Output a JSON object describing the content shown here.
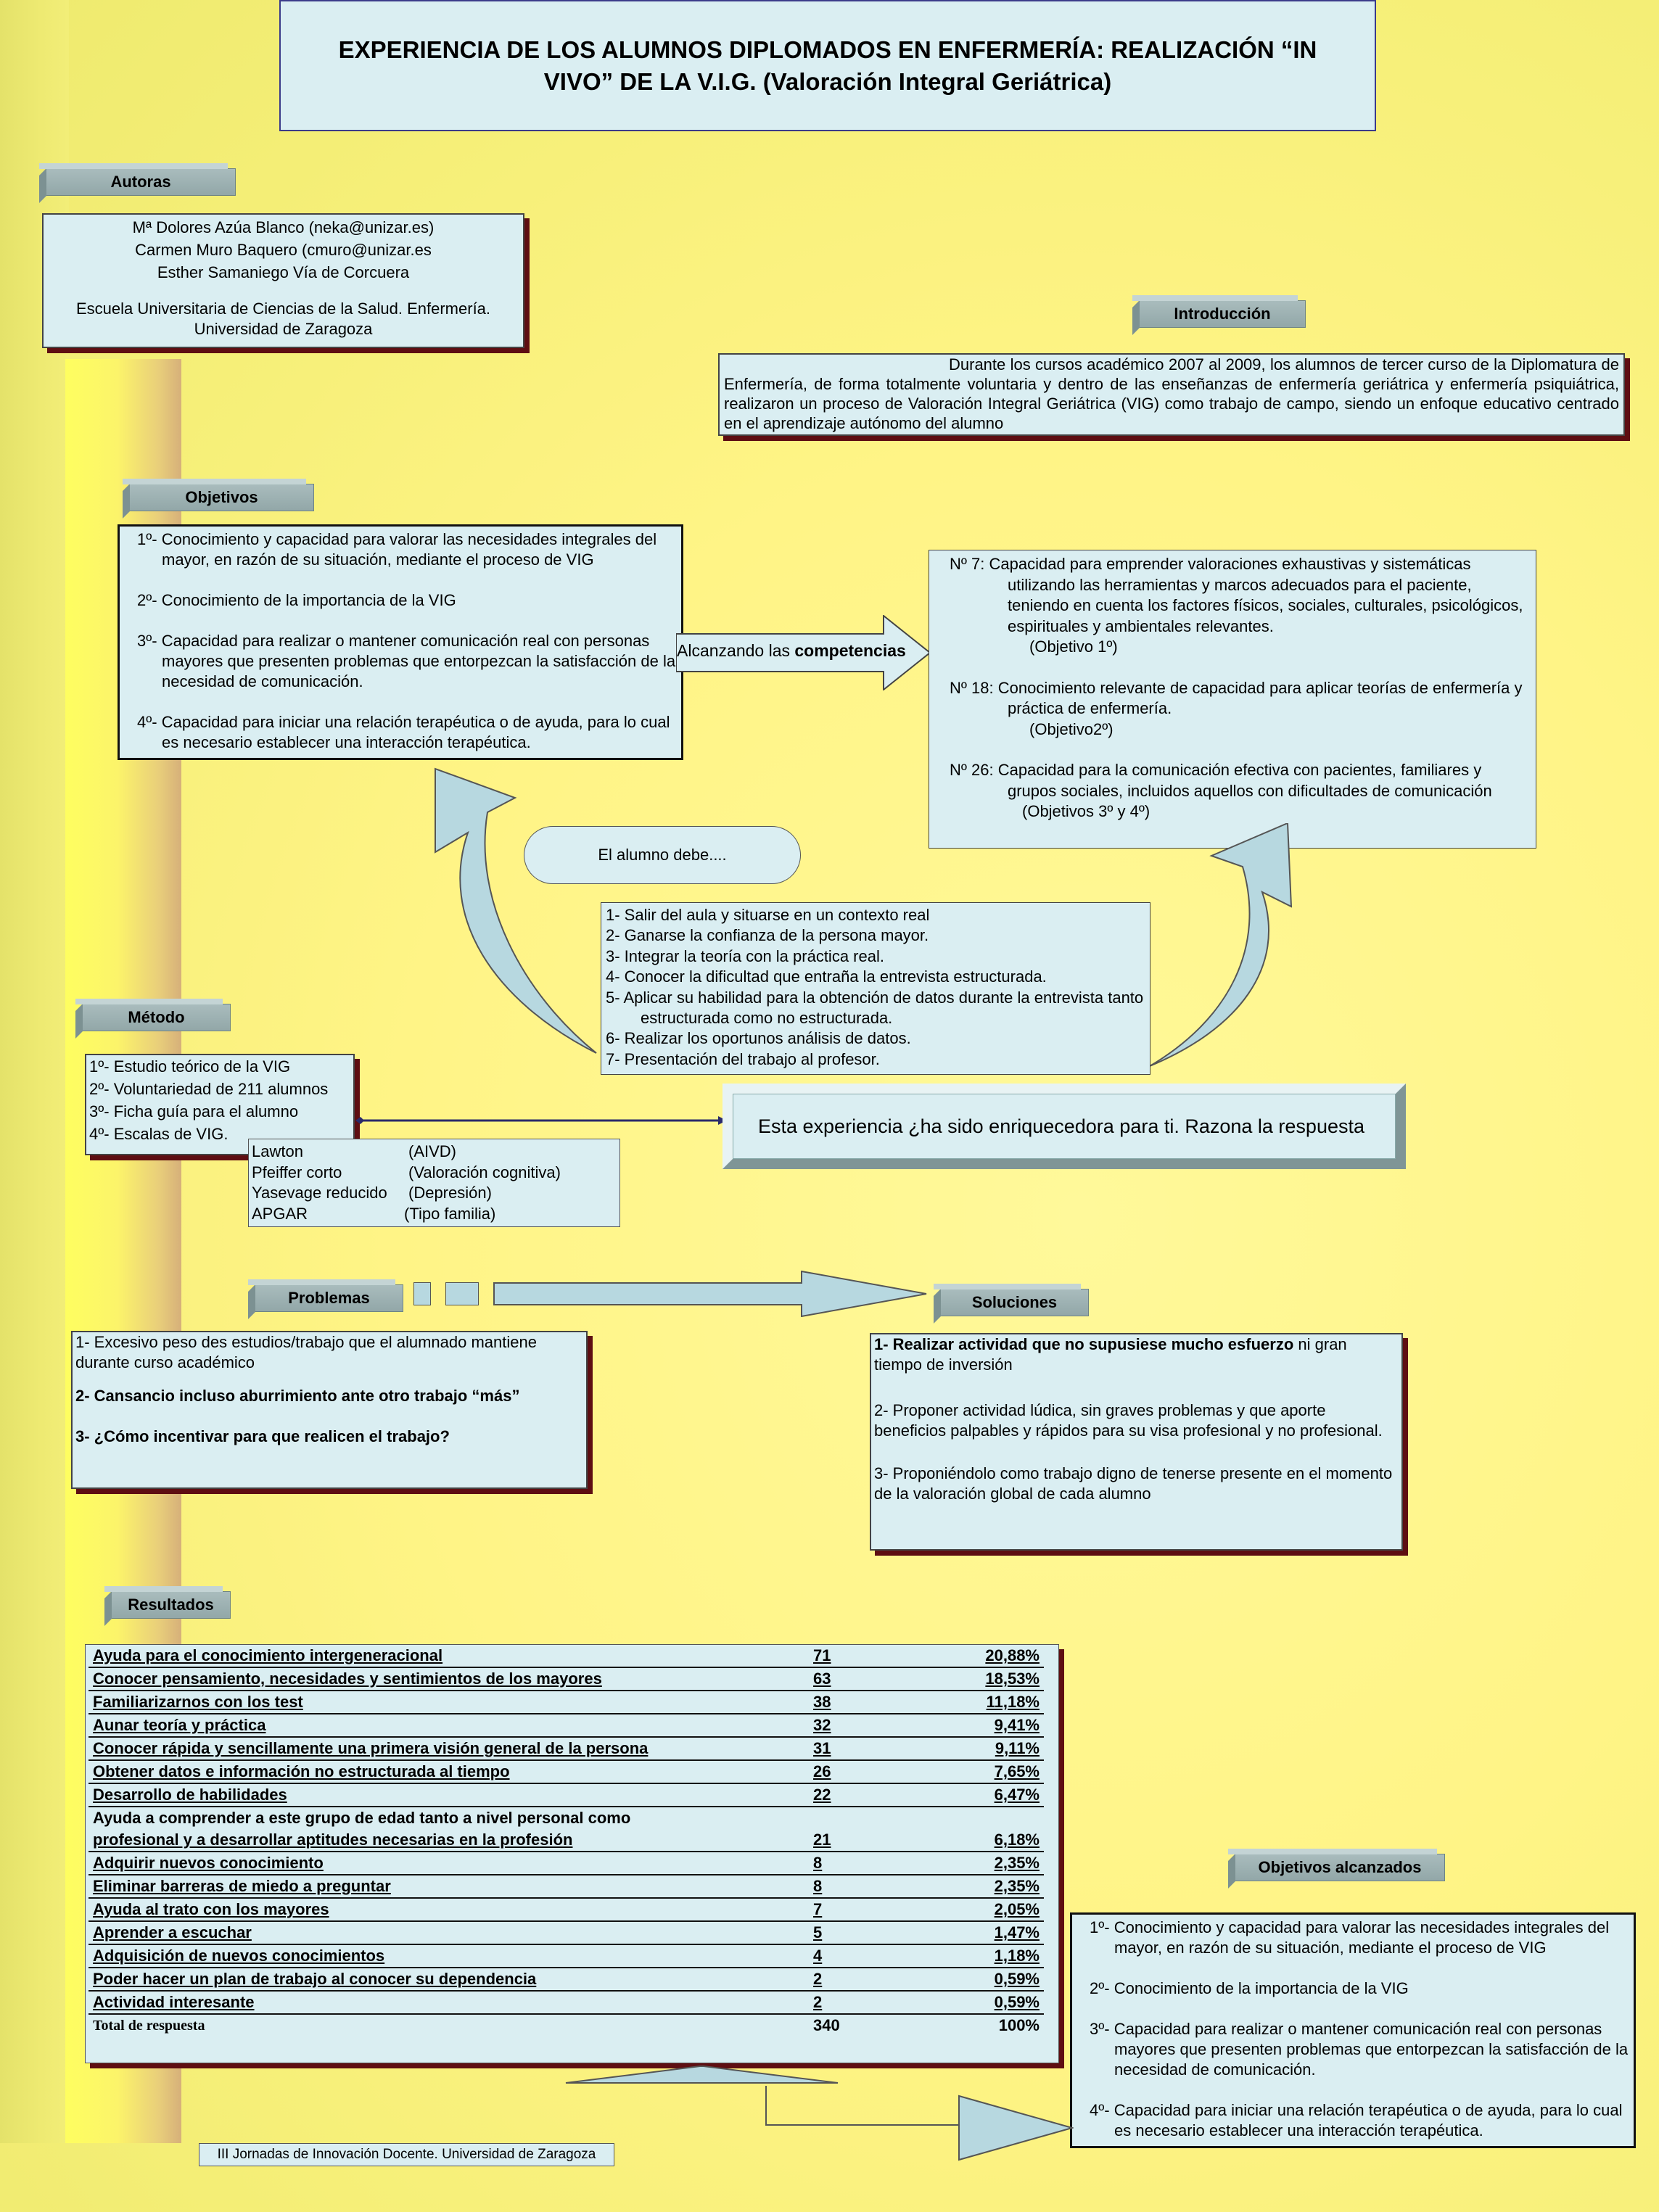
{
  "title": "EXPERIENCIA DE LOS ALUMNOS DIPLOMADOS EN ENFERMERÍA: REALIZACIÓN “IN VIVO” DE LA V.I.G. (Valoración Integral Geriátrica)",
  "labels": {
    "autoras": "Autoras",
    "introduccion": "Introducción",
    "objetivos": "Objetivos",
    "metodo": "Método",
    "problemas": "Problemas",
    "soluciones": "Soluciones",
    "resultados": "Resultados",
    "objetivos_alcanzados": "Objetivos alcanzados"
  },
  "authors": {
    "names": [
      "Mª Dolores Azúa Blanco (neka@unizar.es)",
      "Carmen Muro Baquero (cmuro@unizar.es",
      "Esther Samaniego Vía de Corcuera"
    ],
    "institution": [
      "Escuela Universitaria de Ciencias de la Salud. Enfermería.",
      "Universidad de Zaragoza"
    ]
  },
  "intro": "Durante los cursos académico 2007 al 2009, los alumnos de tercer curso de la Diplomatura de Enfermería, de forma totalmente voluntaria y dentro de las enseñanzas de enfermería geriátrica y enfermería psiquiátrica, realizaron un proceso de Valoración Integral Geriátrica (VIG) como trabajo de campo, siendo un enfoque educativo centrado en el aprendizaje autónomo del alumno",
  "objectives": [
    "1º- Conocimiento y capacidad para valorar las necesidades integrales del mayor, en razón de su situación, mediante el proceso de VIG",
    "2º- Conocimiento de la importancia de la VIG",
    "3º- Capacidad para realizar o mantener comunicación real con personas mayores que presenten problemas que entorpezcan la satisfacción de la necesidad de comunicación.",
    "4º- Capacidad para iniciar una relación terapéutica o de ayuda, para lo cual es necesario establecer una interacción terapéutica."
  ],
  "arrow_competencias": {
    "prefix": "Alcanzando las ",
    "bold": "competencias"
  },
  "competencias": [
    {
      "head": "Nº   7: Capacidad para emprender valoraciones exhaustivas y sistemáticas utilizando las herramientas y marcos adecuados para el paciente, teniendo en cuenta los factores físicos, sociales, culturales, psicológicos, espirituales y ambientales relevantes.",
      "ref": "(Objetivo 1º)"
    },
    {
      "head": "Nº 18: Conocimiento relevante de capacidad para aplicar teorías de enfermería y práctica de enfermería.",
      "ref": "(Objetivo2º)"
    },
    {
      "head": "Nº 26: Capacidad para la comunicación efectiva con pacientes, familiares y grupos sociales, incluidos aquellos con dificultades de comunicación",
      "ref": "(Objetivos 3º y 4º)"
    }
  ],
  "alumno_debe": "El alumno debe....",
  "steps": [
    "1- Salir del aula y situarse en un contexto real",
    "2- Ganarse la confianza de la persona mayor.",
    "3- Integrar la teoría con la práctica real.",
    "4- Conocer la dificultad que entraña la entrevista estructurada.",
    "5- Aplicar su habilidad para la obtención de datos durante la entrevista tanto estructurada como no estructurada.",
    "6- Realizar los oportunos análisis de datos.",
    "7- Presentación del trabajo al profesor."
  ],
  "method": [
    "1º- Estudio teórico de la VIG",
    "2º- Voluntariedad de 211 alumnos",
    "3º- Ficha guía para el alumno",
    "4º- Escalas de VIG."
  ],
  "scales": [
    {
      "name": "Lawton",
      "desc": "(AIVD)"
    },
    {
      "name": "Pfeiffer corto",
      "desc": "(Valoración cognitiva)"
    },
    {
      "name": "Yasevage reducido",
      "desc": "(Depresión)"
    },
    {
      "name": "APGAR",
      "desc": "(Tipo familia)"
    }
  ],
  "question": "Esta experiencia ¿ha sido enriquecedora para ti. Razona la respuesta",
  "problems": [
    {
      "text": "1- Excesivo peso des estudios/trabajo que el alumnado mantiene durante curso académico",
      "bold": false
    },
    {
      "text": "2- Cansancio incluso aburrimiento ante otro trabajo “más”",
      "bold": true
    },
    {
      "text": "3- ¿Cómo incentivar para que realicen el trabajo?",
      "bold": true
    }
  ],
  "solutions": [
    {
      "bold": "1- Realizar actividad que no supusiese mucho esfuerzo",
      "rest": " ni gran tiempo de inversión"
    },
    {
      "bold": "",
      "rest": "2- Proponer actividad lúdica, sin graves problemas y que aporte beneficios palpables y rápidos para su visa profesional y no profesional."
    },
    {
      "bold": "",
      "rest": "3- Proponiéndolo como trabajo digno de tenerse presente en el momento de la valoración global de cada alumno"
    }
  ],
  "results": [
    {
      "item": "Ayuda para el conocimiento intergeneracional",
      "n": "71",
      "pct": "20,88%"
    },
    {
      "item": "Conocer pensamiento, necesidades y sentimientos de los mayores",
      "n": "63",
      "pct": "18,53%"
    },
    {
      "item": "Familiarizarnos con los test",
      "n": "38",
      "pct": "11,18%"
    },
    {
      "item": "Aunar teoría y práctica",
      "n": "32",
      "pct": "9,41%"
    },
    {
      "item": "Conocer rápida y sencillamente una primera visión general de la persona",
      "n": "31",
      "pct": "9,11%"
    },
    {
      "item": "Obtener datos e información no estructurada al tiempo",
      "n": "26",
      "pct": "7,65%"
    },
    {
      "item": "Desarrollo de habilidades",
      "n": "22",
      "pct": "6,47%"
    },
    {
      "item_line1": "Ayuda a comprender a este grupo de edad tanto a nivel personal como",
      "item": "profesional y a desarrollar aptitudes necesarias en la profesión",
      "n": "21",
      "pct": "6,18%"
    },
    {
      "item": "Adquirir nuevos conocimiento",
      "n": "8",
      "pct": "2,35%"
    },
    {
      "item": "Eliminar barreras de miedo a preguntar",
      "n": "8",
      "pct": "2,35%"
    },
    {
      "item": "Ayuda al trato con los mayores",
      "n": "7",
      "pct": "2,05%"
    },
    {
      "item": "Aprender a escuchar",
      "n": "5",
      "pct": "1,47%"
    },
    {
      "item": "Adquisición de nuevos conocimientos",
      "n": "4",
      "pct": "1,18%"
    },
    {
      "item": "Poder hacer un plan de trabajo al conocer su dependencia",
      "n": "2",
      "pct": "0,59%"
    },
    {
      "item": "Actividad interesante",
      "n": "2",
      "pct": "0,59%"
    }
  ],
  "results_total": {
    "label": "Total de respuesta",
    "n": "340",
    "pct": "100%"
  },
  "footer": "III Jornadas de Innovación Docente. Universidad de Zaragoza"
}
